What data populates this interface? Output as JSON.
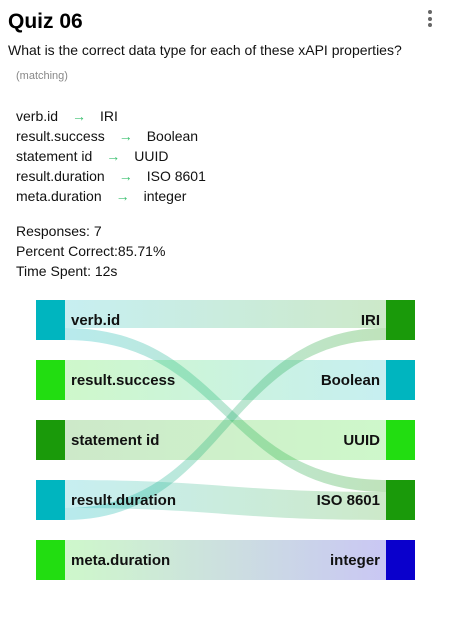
{
  "quiz": {
    "title": "Quiz 06",
    "question": "What is the correct data type for each of these xAPI properties?",
    "type_label": "(matching)"
  },
  "pairs": [
    {
      "left": "verb.id",
      "right": "IRI"
    },
    {
      "left": "result.success",
      "right": "Boolean"
    },
    {
      "left": "statement id",
      "right": "UUID"
    },
    {
      "left": "result.duration",
      "right": "ISO 8601"
    },
    {
      "left": "meta.duration",
      "right": "integer"
    }
  ],
  "arrow_glyph": "→",
  "stats": {
    "responses": "Responses: 7",
    "percent_correct": "Percent Correct:85.71%",
    "time_spent": "Time Spent: 12s"
  },
  "chart_data": {
    "type": "sankey",
    "left_nodes": [
      {
        "label": "verb.id",
        "color": "#00b5bf"
      },
      {
        "label": "result.success",
        "color": "#22dd11"
      },
      {
        "label": "statement id",
        "color": "#1a9a0a"
      },
      {
        "label": "result.duration",
        "color": "#00b5bf"
      },
      {
        "label": "meta.duration",
        "color": "#22dd11"
      }
    ],
    "right_nodes": [
      {
        "label": "IRI",
        "color": "#1a9a0a"
      },
      {
        "label": "Boolean",
        "color": "#00b5bf"
      },
      {
        "label": "UUID",
        "color": "#22dd11"
      },
      {
        "label": "ISO 8601",
        "color": "#1a9a0a"
      },
      {
        "label": "integer",
        "color": "#0a00cc"
      }
    ],
    "flows": [
      {
        "from": 0,
        "to": 0,
        "value": 0.7,
        "color": "#00b5bf"
      },
      {
        "from": 0,
        "to": 3,
        "value": 0.3,
        "color": "#5588dd"
      },
      {
        "from": 1,
        "to": 1,
        "value": 1,
        "color": "#22dd11"
      },
      {
        "from": 2,
        "to": 2,
        "value": 1,
        "color": "#1a9a0a"
      },
      {
        "from": 3,
        "to": 3,
        "value": 0.7,
        "color": "#00b5bf"
      },
      {
        "from": 3,
        "to": 0,
        "value": 0.3,
        "color": "#22bb55"
      },
      {
        "from": 4,
        "to": 4,
        "value": 1,
        "color": "#22dd11"
      }
    ]
  }
}
